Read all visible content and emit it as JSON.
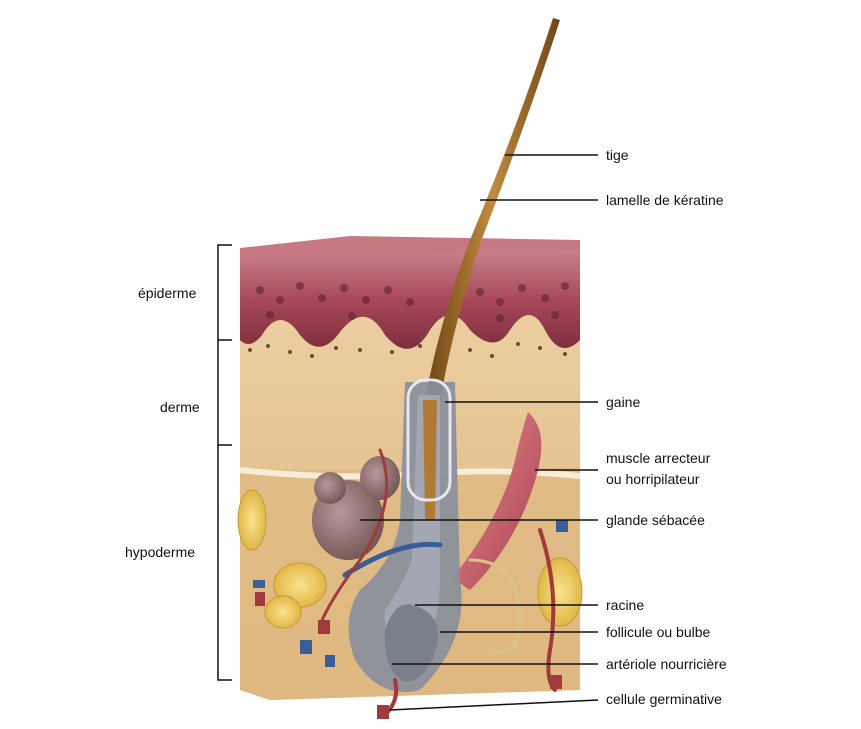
{
  "layers": {
    "epidermis": "épiderme",
    "dermis": "derme",
    "hypodermis": "hypoderme"
  },
  "labels": {
    "shaft": "tige",
    "keratin": "lamelle de kératine",
    "sheath": "gaine",
    "muscle_line1": "muscle arrecteur",
    "muscle_line2": "ou horripilateur",
    "gland": "glande sébacée",
    "root": "racine",
    "follicle": "follicule ou bulbe",
    "arteriole": "artériole nourricière",
    "germ_cell": "cellule germinative"
  },
  "colors": {
    "epidermis": "#a8495a",
    "dermis": "#e9c89a",
    "hypodermis": "#e2bd8a",
    "hair": "#9c6a2a",
    "fat": "#f2cf5a",
    "gland": "#8e6e6a",
    "muscle": "#c9606a",
    "follicle": "#8a8f9c"
  }
}
